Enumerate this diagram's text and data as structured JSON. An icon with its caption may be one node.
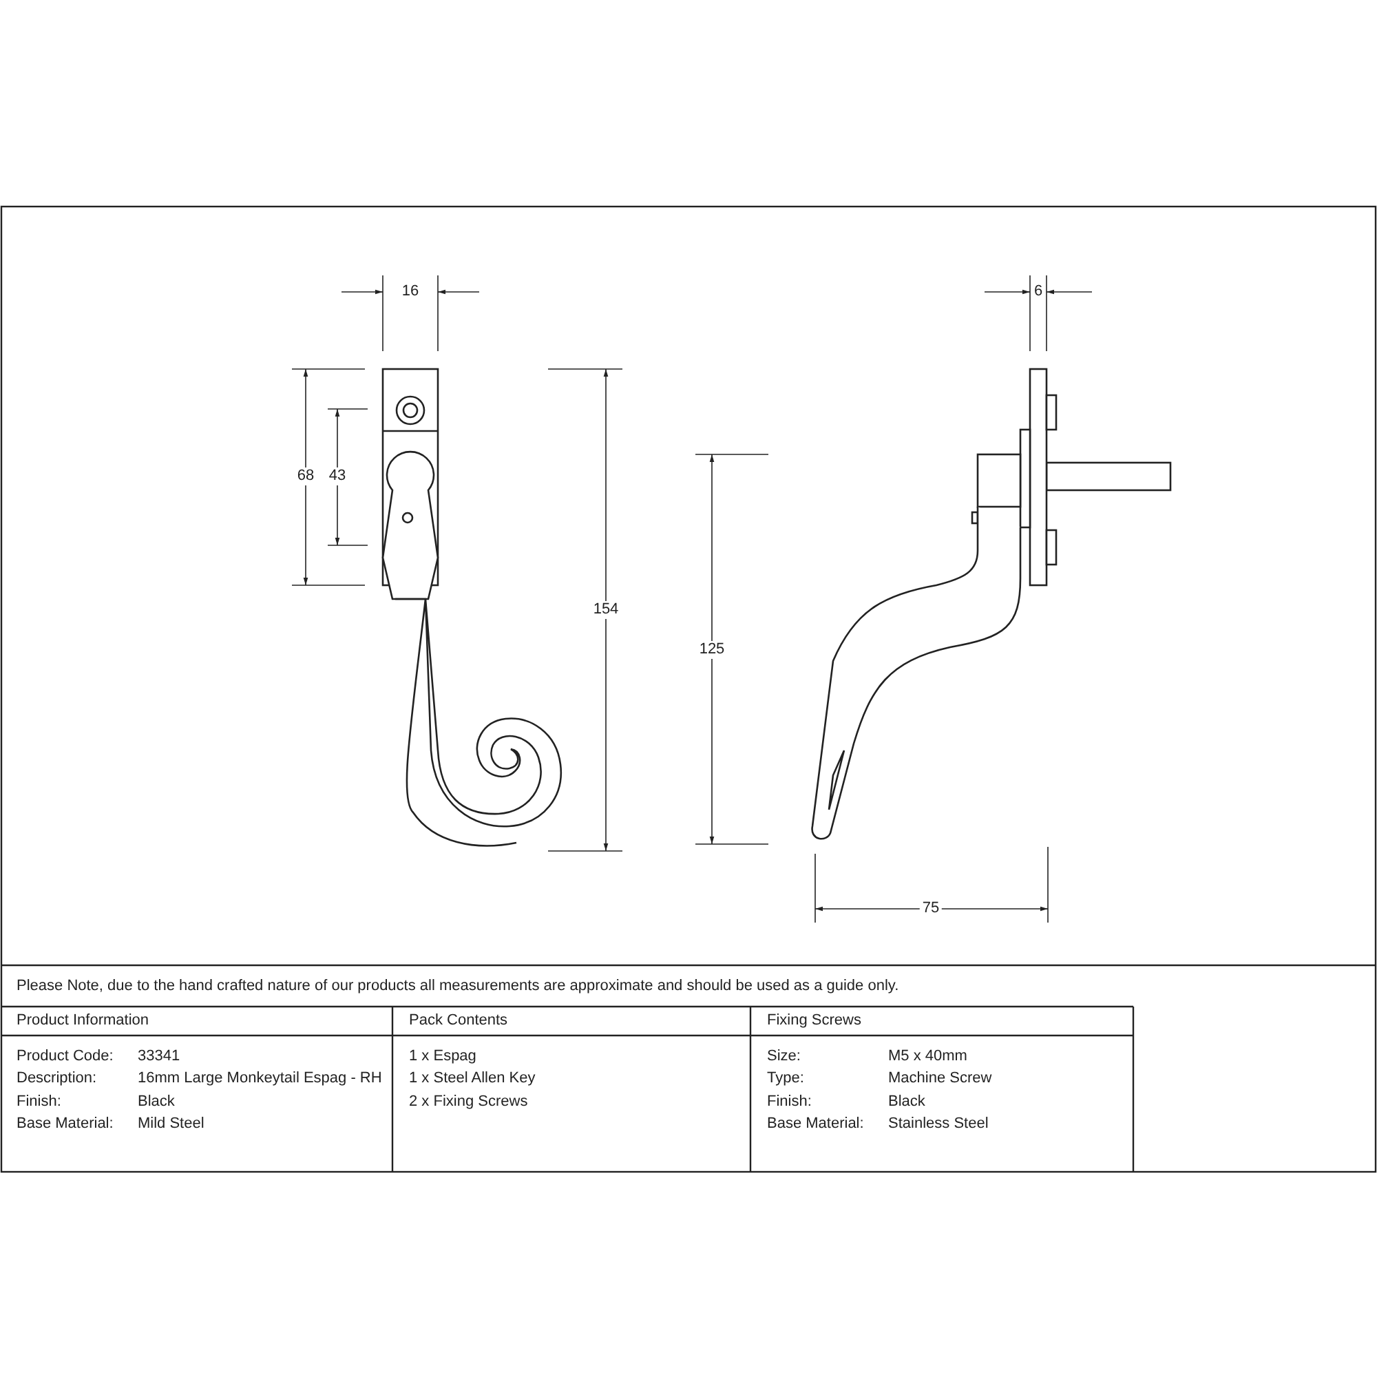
{
  "diagram": {
    "labels": [
      "16",
      "68",
      "43",
      "154",
      "6",
      "125",
      "75",
      "Please Note, due to the hand crafted nature of our products all measurements are approximate and should be used as a guide only.",
      "Product Information",
      "Pack Contents",
      "Fixing Screws",
      "Product Code:",
      "33341",
      "1 x Espag",
      "Size:",
      "M5 x 40mm",
      "Description:",
      "16mm Large Monkeytail Espag - RH",
      "1 x Steel Allen Key",
      "Type:",
      "Machine Screw",
      "Finish:",
      "Black",
      "2 x Fixing Screws",
      "Finish:",
      "Black",
      "Base Material:",
      "Mild Steel",
      "Base Material:",
      "Stainless Steel"
    ]
  }
}
